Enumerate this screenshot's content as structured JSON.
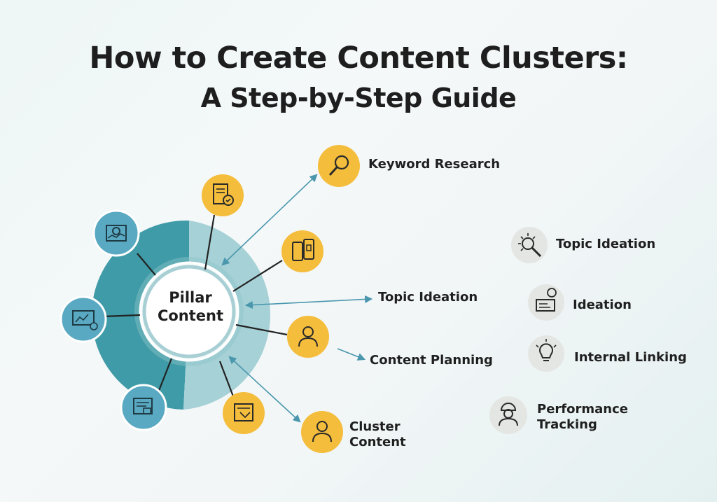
{
  "title": {
    "line1": "How to Create Content Clusters:",
    "line2": "A Step-by-Step Guide"
  },
  "center": {
    "label_line1": "Pillar",
    "label_line2": "Content"
  },
  "labels": {
    "keyword_research": "Keyword Research",
    "topic_ideation_mid": "Topic Ideation",
    "content_planning": "Content Planning",
    "cluster_content_line1": "Cluster",
    "cluster_content_line2": "Content",
    "topic_ideation_right": "Topic Ideation",
    "ideation": "Ideation",
    "internal_linking": "Internal Linking",
    "performance_tracking_line1": "Performance",
    "performance_tracking_line2": "Tracking"
  },
  "colors": {
    "teal_dark": "#3c9aa6",
    "teal_light": "#a9d3d8",
    "yellow": "#f4bd3c",
    "blue_icon": "#5aa9c2",
    "grey_icon": "#e4e6e4",
    "arrow": "#4a97ae"
  },
  "icons": {
    "keyword_research": "magnifier-icon",
    "document_check": "document-check-icon",
    "devices": "devices-icon",
    "person": "person-icon",
    "newsletter": "newsletter-icon",
    "cluster_person": "person-icon",
    "map_analytics": "map-analytics-icon",
    "monitor_chart": "monitor-chart-icon",
    "report": "report-icon",
    "idea_burst": "idea-burst-icon",
    "lightbulb_screen": "lightbulb-screen-icon",
    "lightbulb": "lightbulb-icon",
    "worker": "worker-icon"
  }
}
